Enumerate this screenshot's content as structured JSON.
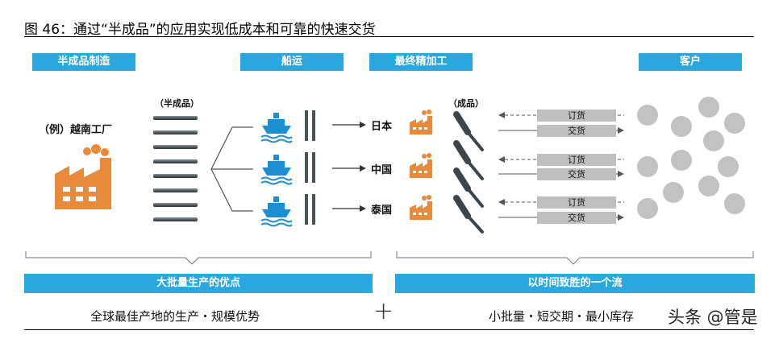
{
  "title": "图 46：通过“半成品”的应用实现低成本和可靠的快速交货",
  "headers": {
    "semi_manufacturing": "半成品制造",
    "shipping": "船运",
    "final_processing": "最终精加工",
    "customer": "客户"
  },
  "factory_label": "（例）越南工厂",
  "semi_label": "（半成品）",
  "finished_label": "（成品）",
  "destinations": [
    "日本",
    "中国",
    "泰国"
  ],
  "order_label": "订货",
  "delivery_label": "交货",
  "bars": {
    "left": "大批量生产的优点",
    "right": "以时间致胜的一个流"
  },
  "bottom": {
    "left": "全球最佳产地的生产・规模优势",
    "plus": "+",
    "right": "小批量・短交期・最小库存"
  },
  "watermark": "头条 @管是",
  "colors": {
    "header_blue": "#29a8e0",
    "factory_orange": "#e98a3a",
    "ship_blue": "#1d8fd0",
    "customer_gray": "#c2c2c2"
  }
}
